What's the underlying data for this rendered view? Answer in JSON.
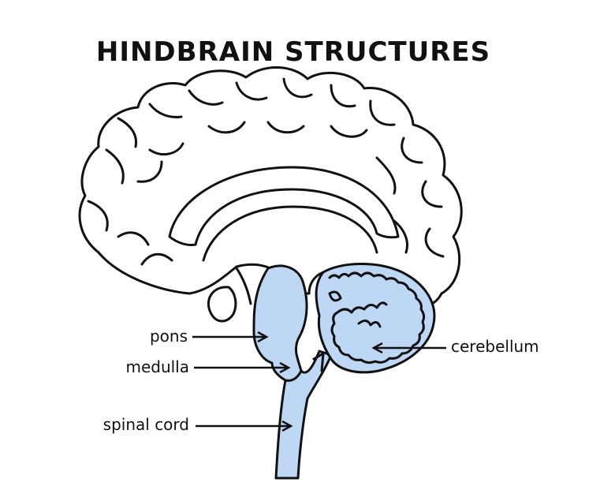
{
  "title": "HINDBRAIN STRUCTURES",
  "labels": {
    "pons": "pons",
    "medulla": "medulla",
    "spinal_cord": "spinal cord",
    "cerebellum": "cerebellum"
  },
  "colors": {
    "hindbrain_fill": "#bdd7f5",
    "outline": "#111111",
    "background": "#ffffff"
  }
}
